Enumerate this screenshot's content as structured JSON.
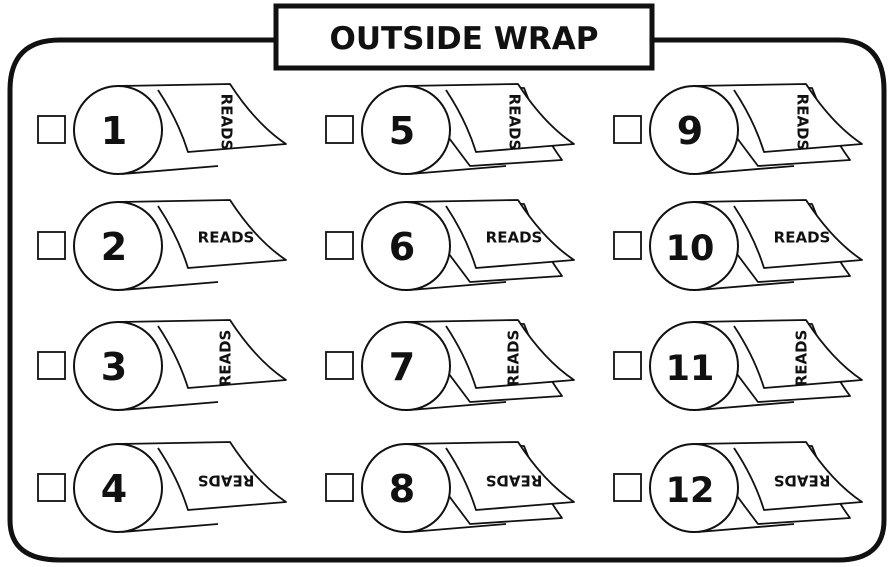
{
  "title": "OUTSIDE WRAP",
  "colors": {
    "ink": "#111111",
    "background": "#ffffff"
  },
  "options": [
    {
      "number": "1",
      "label": "READS",
      "label_orientation": "rotated-90-clockwise",
      "checked": false
    },
    {
      "number": "2",
      "label": "READS",
      "label_orientation": "upright",
      "checked": false
    },
    {
      "number": "3",
      "label": "READS",
      "label_orientation": "rotated-90-counterclockwise",
      "checked": false
    },
    {
      "number": "4",
      "label": "READS",
      "label_orientation": "upside-down",
      "checked": false
    },
    {
      "number": "5",
      "label": "READS",
      "label_orientation": "rotated-90-clockwise",
      "checked": false
    },
    {
      "number": "6",
      "label": "READS",
      "label_orientation": "upright",
      "checked": false
    },
    {
      "number": "7",
      "label": "READS",
      "label_orientation": "rotated-90-counterclockwise",
      "checked": false
    },
    {
      "number": "8",
      "label": "READS",
      "label_orientation": "upside-down",
      "checked": false
    },
    {
      "number": "9",
      "label": "READS",
      "label_orientation": "rotated-90-clockwise",
      "checked": false
    },
    {
      "number": "10",
      "label": "READS",
      "label_orientation": "upright",
      "checked": false
    },
    {
      "number": "11",
      "label": "READS",
      "label_orientation": "rotated-90-counterclockwise",
      "checked": false
    },
    {
      "number": "12",
      "label": "READS",
      "label_orientation": "upside-down",
      "checked": false
    }
  ]
}
